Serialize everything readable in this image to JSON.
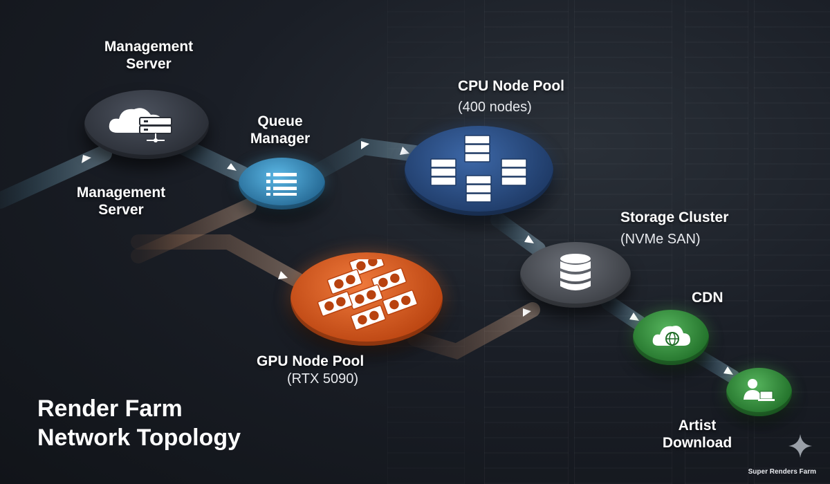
{
  "title": {
    "line1": "Render Farm",
    "line2": "Network Topology"
  },
  "nodes": {
    "management_server": {
      "label1": "Management",
      "label2": "Server",
      "icon": "cloud-server-icon",
      "color": "#3a3f4a"
    },
    "management_server_input": {
      "label1": "Management",
      "label2": "Server"
    },
    "queue_manager": {
      "label1": "Queue",
      "label2": "Manager",
      "icon": "list-icon",
      "color": "#2f7fae"
    },
    "cpu_pool": {
      "label": "CPU Node Pool",
      "detail": "(400 nodes)",
      "icon": "server-rack-icon",
      "color": "#25467a"
    },
    "gpu_pool": {
      "label": "GPU Node Pool",
      "detail": "(RTX 5090)",
      "icon": "gpu-card-icon",
      "color": "#d4521c"
    },
    "storage": {
      "label": "Storage Cluster",
      "detail": "(NVMe SAN)",
      "icon": "database-icon",
      "color": "#45484e"
    },
    "cdn": {
      "label": "CDN",
      "icon": "cloud-globe-icon",
      "color": "#2e8a35"
    },
    "artist": {
      "label1": "Artist",
      "label2": "Download",
      "icon": "user-laptop-icon",
      "color": "#2e8a35"
    }
  },
  "brand": "Super Renders Farm",
  "brand_icon": "sparkle-icon"
}
